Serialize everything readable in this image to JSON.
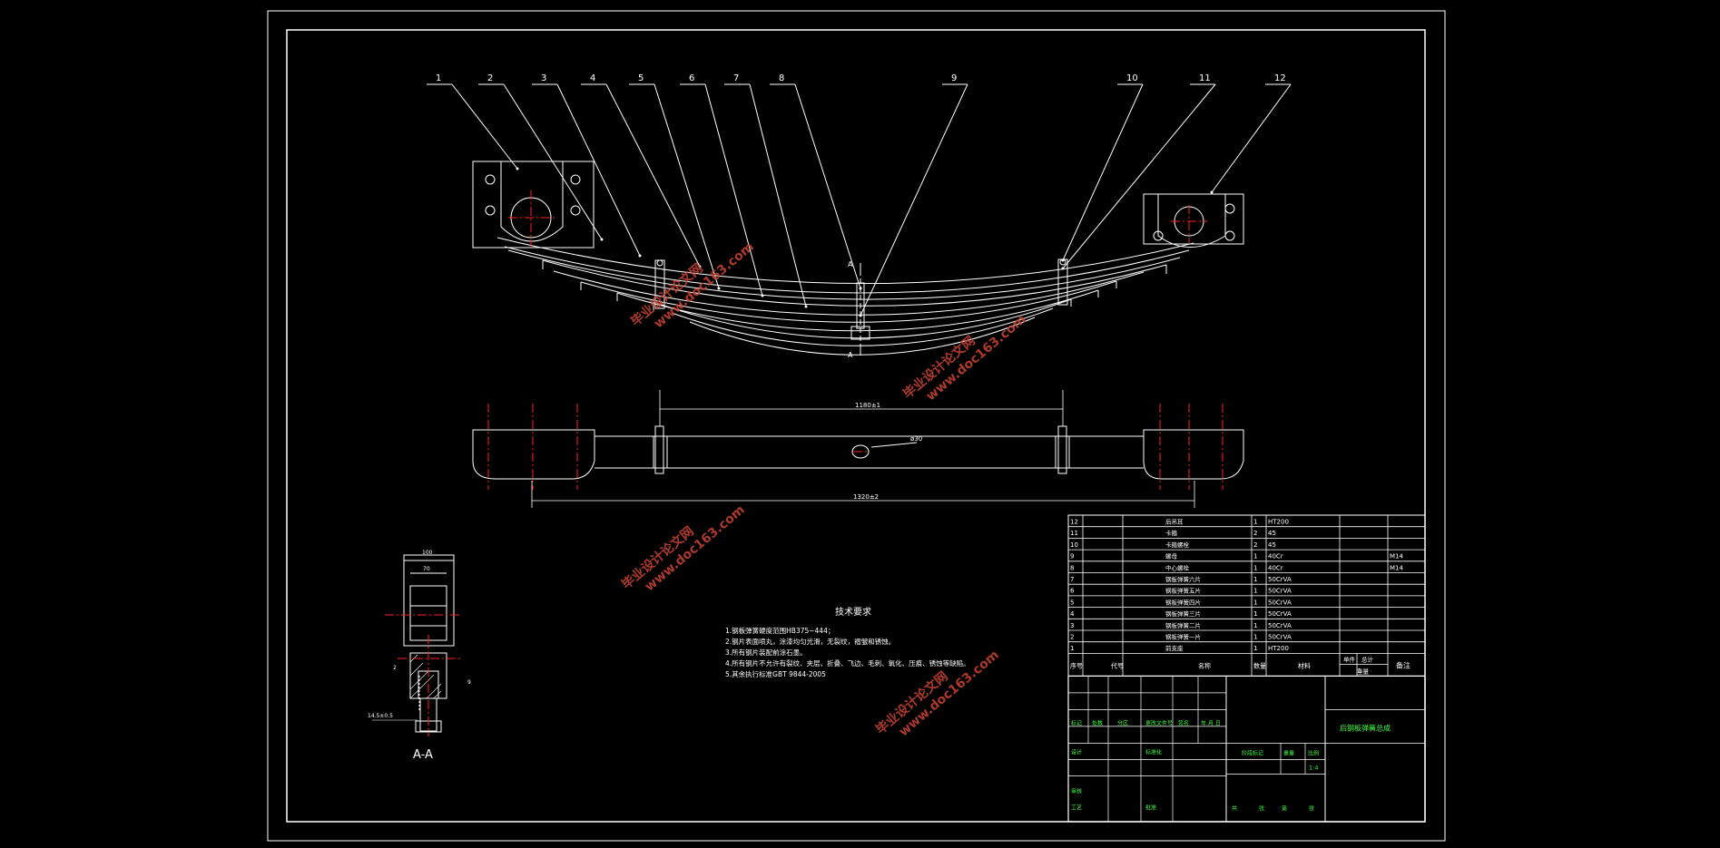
{
  "callouts": [
    "1",
    "2",
    "3",
    "4",
    "5",
    "6",
    "7",
    "8",
    "9",
    "10",
    "11",
    "12"
  ],
  "section_marker": "A",
  "section_title": "A-A",
  "dimensions": {
    "top_length": "1180±1",
    "diameter": "ø30",
    "total_length": "1320±2",
    "section_width_outer": "100",
    "section_width_inner": "70",
    "section_small": "2",
    "section_side": "9",
    "section_bolt": "14.5±0.5"
  },
  "tech_requirements": {
    "title": "技术要求",
    "items": [
      "1.钢板弹簧硬度范围HB375~444；",
      "2.钢片表面喷丸，涂漆均匀光滑，无裂纹，褶皱和锈蚀。",
      "3.所有钢片装配前涂石墨。",
      "4.所有钢片不允许有裂纹、夹层、折叠、飞边、毛刺、氧化、压痕、锈蚀等缺陷。",
      "5.其余执行标准GBT 9844-2005"
    ]
  },
  "watermarks": [
    "毕业设计论文网",
    "www.doc163.com"
  ],
  "bom_rows": [
    {
      "no": "12",
      "name": "后吊耳",
      "qty": "1",
      "material": "HT200",
      "note": ""
    },
    {
      "no": "11",
      "name": "卡箍",
      "qty": "2",
      "material": "45",
      "note": ""
    },
    {
      "no": "10",
      "name": "卡箍螺栓",
      "qty": "2",
      "material": "45",
      "note": ""
    },
    {
      "no": "9",
      "name": "螺母",
      "qty": "1",
      "material": "40Cr",
      "note": "M14"
    },
    {
      "no": "8",
      "name": "中心螺栓",
      "qty": "1",
      "material": "40Cr",
      "note": "M14"
    },
    {
      "no": "7",
      "name": "钢板弹簧六片",
      "qty": "1",
      "material": "50CrVA",
      "note": ""
    },
    {
      "no": "6",
      "name": "钢板弹簧五片",
      "qty": "1",
      "material": "50CrVA",
      "note": ""
    },
    {
      "no": "5",
      "name": "钢板弹簧四片",
      "qty": "1",
      "material": "50CrVA",
      "note": ""
    },
    {
      "no": "4",
      "name": "钢板弹簧三片",
      "qty": "1",
      "material": "50CrVA",
      "note": ""
    },
    {
      "no": "3",
      "name": "钢板弹簧二片",
      "qty": "1",
      "material": "50CrVA",
      "note": ""
    },
    {
      "no": "2",
      "name": "钢板弹簧一片",
      "qty": "1",
      "material": "50CrVA",
      "note": ""
    },
    {
      "no": "1",
      "name": "前支座",
      "qty": "1",
      "material": "HT200",
      "note": ""
    }
  ],
  "bom_header": {
    "no": "序号",
    "code": "代号",
    "name": "名称",
    "qty": "数量",
    "material": "材料",
    "unit_weight": "单件",
    "total_weight": "总计",
    "weight": "重量",
    "note": "备注"
  },
  "title_block": {
    "drawing_title": "后钢板弹簧总成",
    "labels": {
      "mark": "标记",
      "count": "处数",
      "zone": "分区",
      "change_doc": "更改文件号",
      "sign": "签名",
      "date": "年.月.日",
      "design": "设计",
      "standardize": "标准化",
      "stage_mark": "阶段标记",
      "weight": "重量",
      "scale": "比例",
      "check": "审核",
      "process": "工艺",
      "approve": "批准",
      "sheet_total": "共",
      "sheet_sheet": "张",
      "sheet_no": "第",
      "sheet_end": "张"
    },
    "scale_value": "1:4"
  },
  "colors": {
    "background": "#000000",
    "line": "#ffffff",
    "centerline": "#ff2020",
    "table_text": "#ffffff",
    "title_block_text": "#3cff3c",
    "watermark": "#cc4433"
  }
}
